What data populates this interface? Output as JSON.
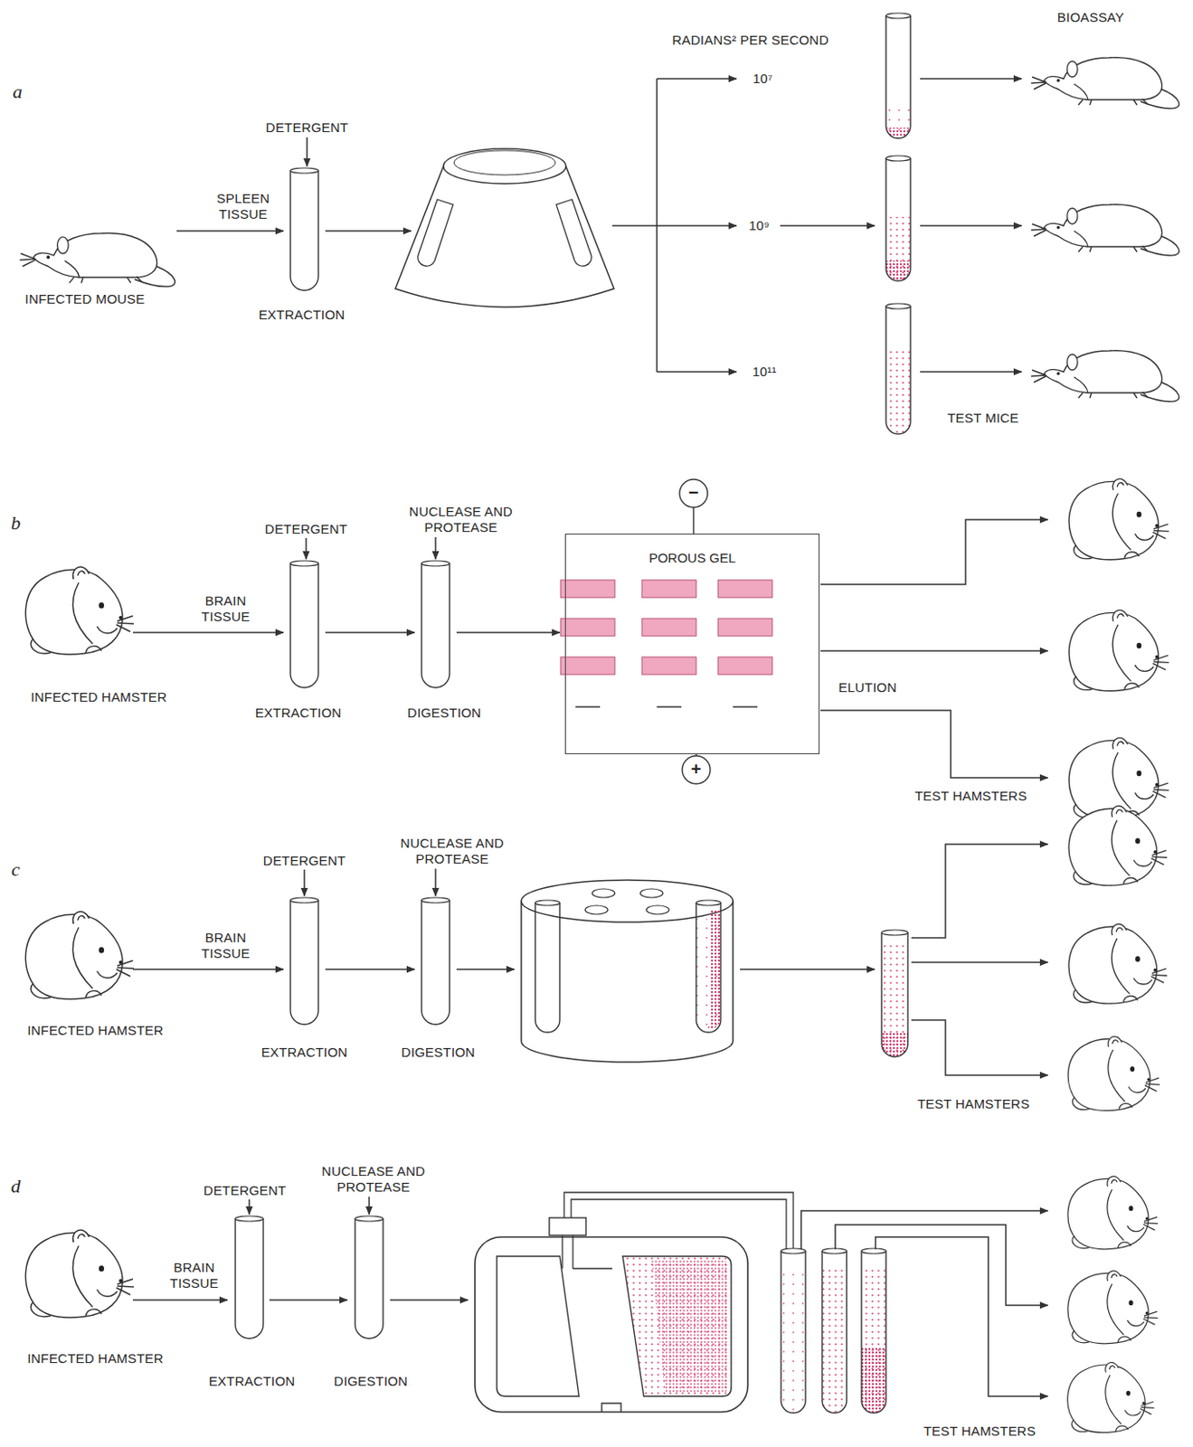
{
  "diagram": {
    "nodes": [
      {
        "text": [
          "POROUS GEL"
        ]
      }
    ],
    "labels": [
      "a",
      "DETERGENT",
      "SPLEEN TISSUE",
      "INFECTED MOUSE",
      "EXTRACTION",
      "RADIANS² PER SECOND",
      "10⁷",
      "10⁹",
      "10¹¹",
      "BIOASSAY",
      "TEST MICE",
      "b",
      "DETERGENT",
      "NUCLEASE AND PROTEASE",
      "BRAIN TISSUE",
      "INFECTED HAMSTER",
      "EXTRACTION",
      "DIGESTION",
      "−",
      "+",
      "ELUTION",
      "TEST HAMSTERS",
      "c",
      "DETERGENT",
      "NUCLEASE AND PROTEASE",
      "BRAIN TISSUE",
      "INFECTED HAMSTER",
      "EXTRACTION",
      "DIGESTION",
      "TEST HAMSTERS",
      "d",
      "DETERGENT",
      "NUCLEASE AND PROTEASE",
      "BRAIN TISSUE",
      "INFECTED HAMSTER",
      "EXTRACTION",
      "DIGESTION",
      "TEST HAMSTERS"
    ]
  }
}
